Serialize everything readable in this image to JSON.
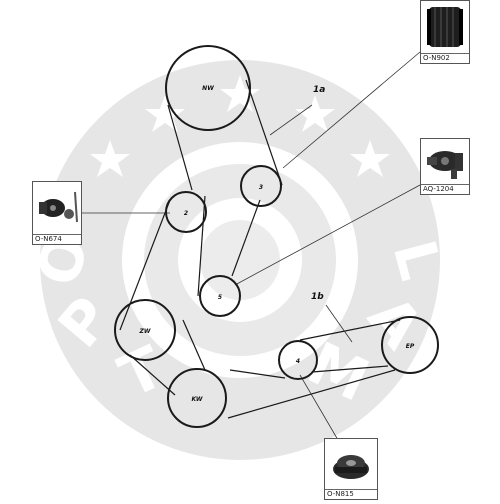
{
  "pulleys": {
    "nw": "NW",
    "p3": "3",
    "p2": "2",
    "p5": "5",
    "zw": "ZW",
    "p4": "4",
    "ep": "EP",
    "kw": "KW"
  },
  "belts": {
    "b1a": "1a",
    "b1b": "1b"
  },
  "parts": {
    "top_right": "O-N902",
    "right_mid": "AQ-1204",
    "left": "O-N674",
    "bottom": "O-N815"
  },
  "colors": {
    "line": "#1a1a1a",
    "watermark": "#e6e6e6",
    "star": "#ffffff"
  }
}
